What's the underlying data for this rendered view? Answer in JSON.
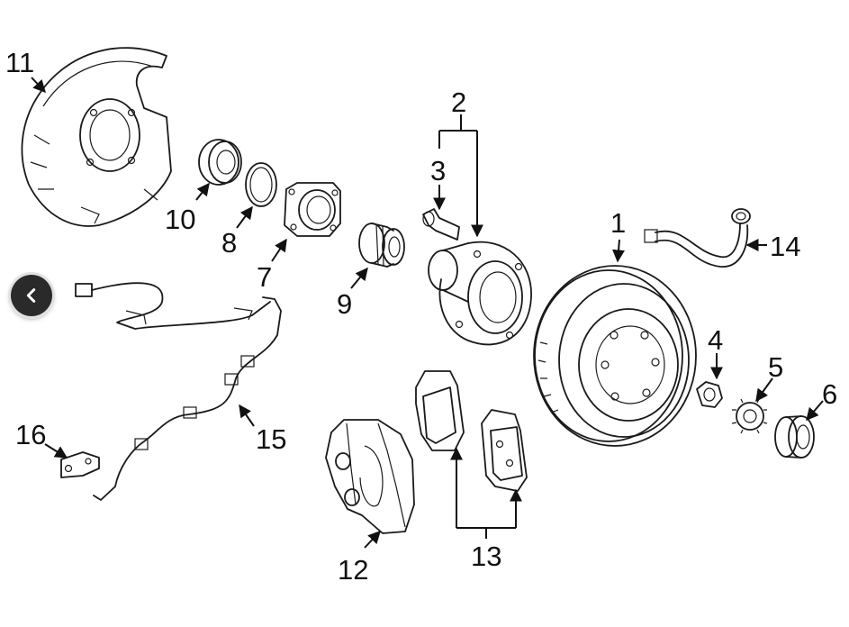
{
  "callouts": [
    {
      "id": "1",
      "label": "1"
    },
    {
      "id": "2",
      "label": "2"
    },
    {
      "id": "3",
      "label": "3"
    },
    {
      "id": "4",
      "label": "4"
    },
    {
      "id": "5",
      "label": "5"
    },
    {
      "id": "6",
      "label": "6"
    },
    {
      "id": "7",
      "label": "7"
    },
    {
      "id": "8",
      "label": "8"
    },
    {
      "id": "9",
      "label": "9"
    },
    {
      "id": "10",
      "label": "10"
    },
    {
      "id": "11",
      "label": "11"
    },
    {
      "id": "12",
      "label": "12"
    },
    {
      "id": "13",
      "label": "13"
    },
    {
      "id": "14",
      "label": "14"
    },
    {
      "id": "15",
      "label": "15"
    },
    {
      "id": "16",
      "label": "16"
    }
  ],
  "nav": {
    "icon": "chevron-left-icon"
  },
  "colors": {
    "line": "#1a1a1a",
    "background": "#ffffff",
    "nav_button": "#2a2a2a"
  }
}
